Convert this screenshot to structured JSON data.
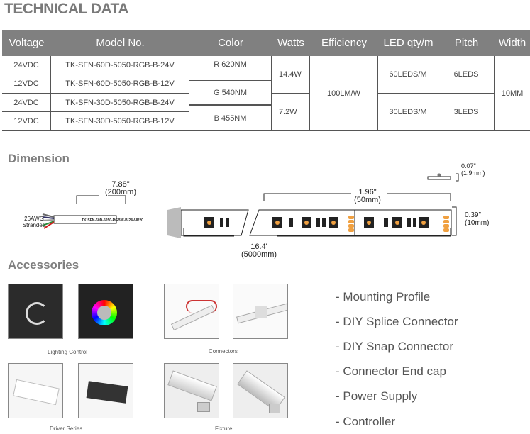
{
  "title": "TECHNICAL DATA",
  "table": {
    "headers": [
      "Voltage",
      "Model No.",
      "Color",
      "Watts",
      "Efficiency",
      "LED qty/m",
      "Pitch",
      "Width"
    ],
    "rows": [
      {
        "voltage": "24VDC",
        "model": "TK-SFN-60D-5050-RGB-B-24V"
      },
      {
        "voltage": "12VDC",
        "model": "TK-SFN-60D-5050-RGB-B-12V"
      },
      {
        "voltage": "24VDC",
        "model": "TK-SFN-30D-5050-RGB-B-24V"
      },
      {
        "voltage": "12VDC",
        "model": "TK-SFN-30D-5050-RGB-B-12V"
      }
    ],
    "colors": [
      "R 620NM",
      "G 540NM",
      "B 455NM"
    ],
    "watts": [
      "14.4W",
      "7.2W"
    ],
    "efficiency": "100LM/W",
    "led_qty": [
      "60LEDS/M",
      "30LEDS/M"
    ],
    "pitch": [
      "6LEDS",
      "3LEDS"
    ],
    "width": "10MM"
  },
  "dimension": {
    "title": "Dimension",
    "lead_len": "7.88\"",
    "lead_len_mm": "(200mm)",
    "wire": "26AWG",
    "wire2": "Stranded",
    "cable_label": "TK-SFN-60D-5050-RGBW-B-24V-IP20",
    "cut_len": "1.96\"",
    "cut_len_mm": "(50mm)",
    "thick": "0.07\"",
    "thick_mm": "(1.9mm)",
    "width": "0.39\"",
    "width_mm": "(10mm)",
    "total": "16.4'",
    "total_mm": "(5000mm)"
  },
  "accessories": {
    "title": "Accessories",
    "captions": [
      "Lighting Control",
      "Connectors",
      "Driver Series",
      "Fixture"
    ],
    "list": [
      "- Mounting Profile",
      "- DIY Splice Connector",
      "- DIY Snap Connector",
      "- Connector End cap",
      "- Power Supply",
      "- Controller"
    ]
  }
}
